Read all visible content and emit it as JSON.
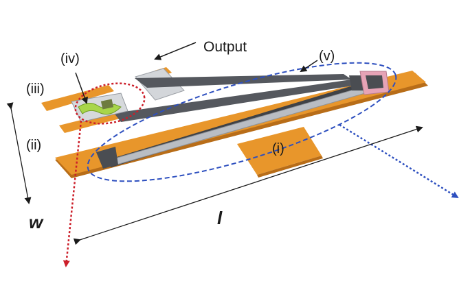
{
  "labels": {
    "output": "Output",
    "i": "(i)",
    "ii": "(ii)",
    "iii": "(iii)",
    "iv": "(iv)",
    "v": "(v)",
    "w": "w",
    "l": "l"
  },
  "colors": {
    "substrate": "#e8962b",
    "substrate_shadow": "#b86d18",
    "dark_beam": "#55585e",
    "light_beam": "#b9bdc3",
    "output_block": "#d3d6da",
    "sensor": "#a8d64a",
    "pad_pink": "#e6a3b6",
    "ellipse_blue": "#2d4fbf",
    "circle_red": "#cc1f2a",
    "arrow_black": "#1a1a1a"
  }
}
